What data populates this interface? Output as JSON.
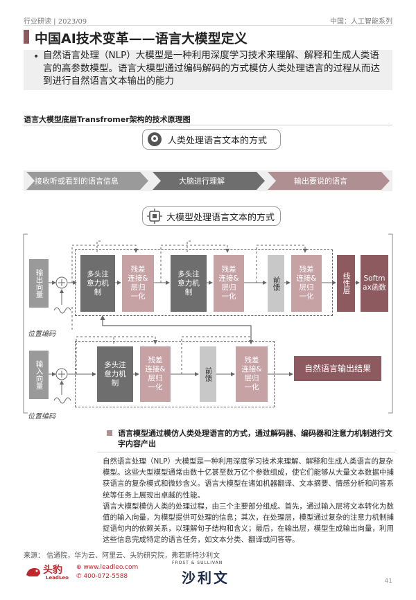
{
  "header": {
    "left": "行业研读 | 2023/09",
    "right": "中国：人工智能系列"
  },
  "title": "中国AI技术变革——语言大模型定义",
  "summary": {
    "bullet": "•",
    "text": "自然语言处理（NLP）大模型是一种利用深度学习技术来理解、解释和生成人类语言的高参数模型。语言大模型通过编码解码的方式模仿人类处理语言的过程从而达到进行自然语言文本输出的能力"
  },
  "diagram": {
    "title": "语言大模型底层Transfromer架构的技术原理图",
    "human_section": {
      "label": "人类处理语言文本的方式",
      "steps": [
        "接收听或看到的语言信息",
        "大脑进行理解",
        "输出要说的语言"
      ]
    },
    "model_section": {
      "label": "大模型处理语言文本的方式",
      "decoder": {
        "input": "输出向量",
        "pos_label": "位置编码",
        "attn1": "多头注意力机制",
        "addnorm": "残差连接&层归一化",
        "attn2": "多头注意力机制",
        "ff": "前馈",
        "linear": "线性层",
        "softmax": "Softmax函数"
      },
      "encoder": {
        "input": "输入向量",
        "pos_label": "位置编码",
        "attn": "多头注意力机制",
        "addnorm": "残差连接&层归一化",
        "ff": "前馈"
      },
      "result": "自然语言输出结果"
    }
  },
  "caption": "语言模型通过模仿人类处理语言的方式，通过解码器、编码器和注意力机制进行文字内容产出",
  "body": {
    "para1": "自然语言处理（NLP）大模型是一种利用深度学习技术来理解、解释和生成人类语言的复杂模型。这些大型模型通常由数十亿甚至数万亿个参数组成，使它们能够从大量文本数据中捕获语言的复杂模式和微妙含义。语言大模型在诸如机器翻译、文本摘要、情感分析和问答系统等任务上展现出卓越的性能。",
    "para2": "语言大模型模仿人类的处理过程，由三个主要部分组成。首先，通过输入层将文本转化为数值的输入向量，为模型提供可处理的信息；其次，在处理层，模型通过复杂的注意力机制捕捉语句内的依赖关系，以理解句子结构和含义；最后，在输出层，模型生成输出向量，利用这些信息完成特定的语言任务，如文本分类、翻译或问答等。"
  },
  "source": "来源：  信通院，华为云、阿里云、头豹研究院，弗若斯特沙利文",
  "footer": {
    "logo_cn": "头豹",
    "logo_en": "LeadLeo",
    "web": "www.leadleo.com",
    "phone": "400-072-5588",
    "fs_en": "FROST & SULLIVAN",
    "fs_cn": "沙利文",
    "page": "41"
  },
  "colors": {
    "accent": "#8c5a5f",
    "pink": "#c6a2a5",
    "dark_gray": "#6e6e6e",
    "light_gray": "#9a9a9a",
    "brand_red": "#c0272d"
  }
}
